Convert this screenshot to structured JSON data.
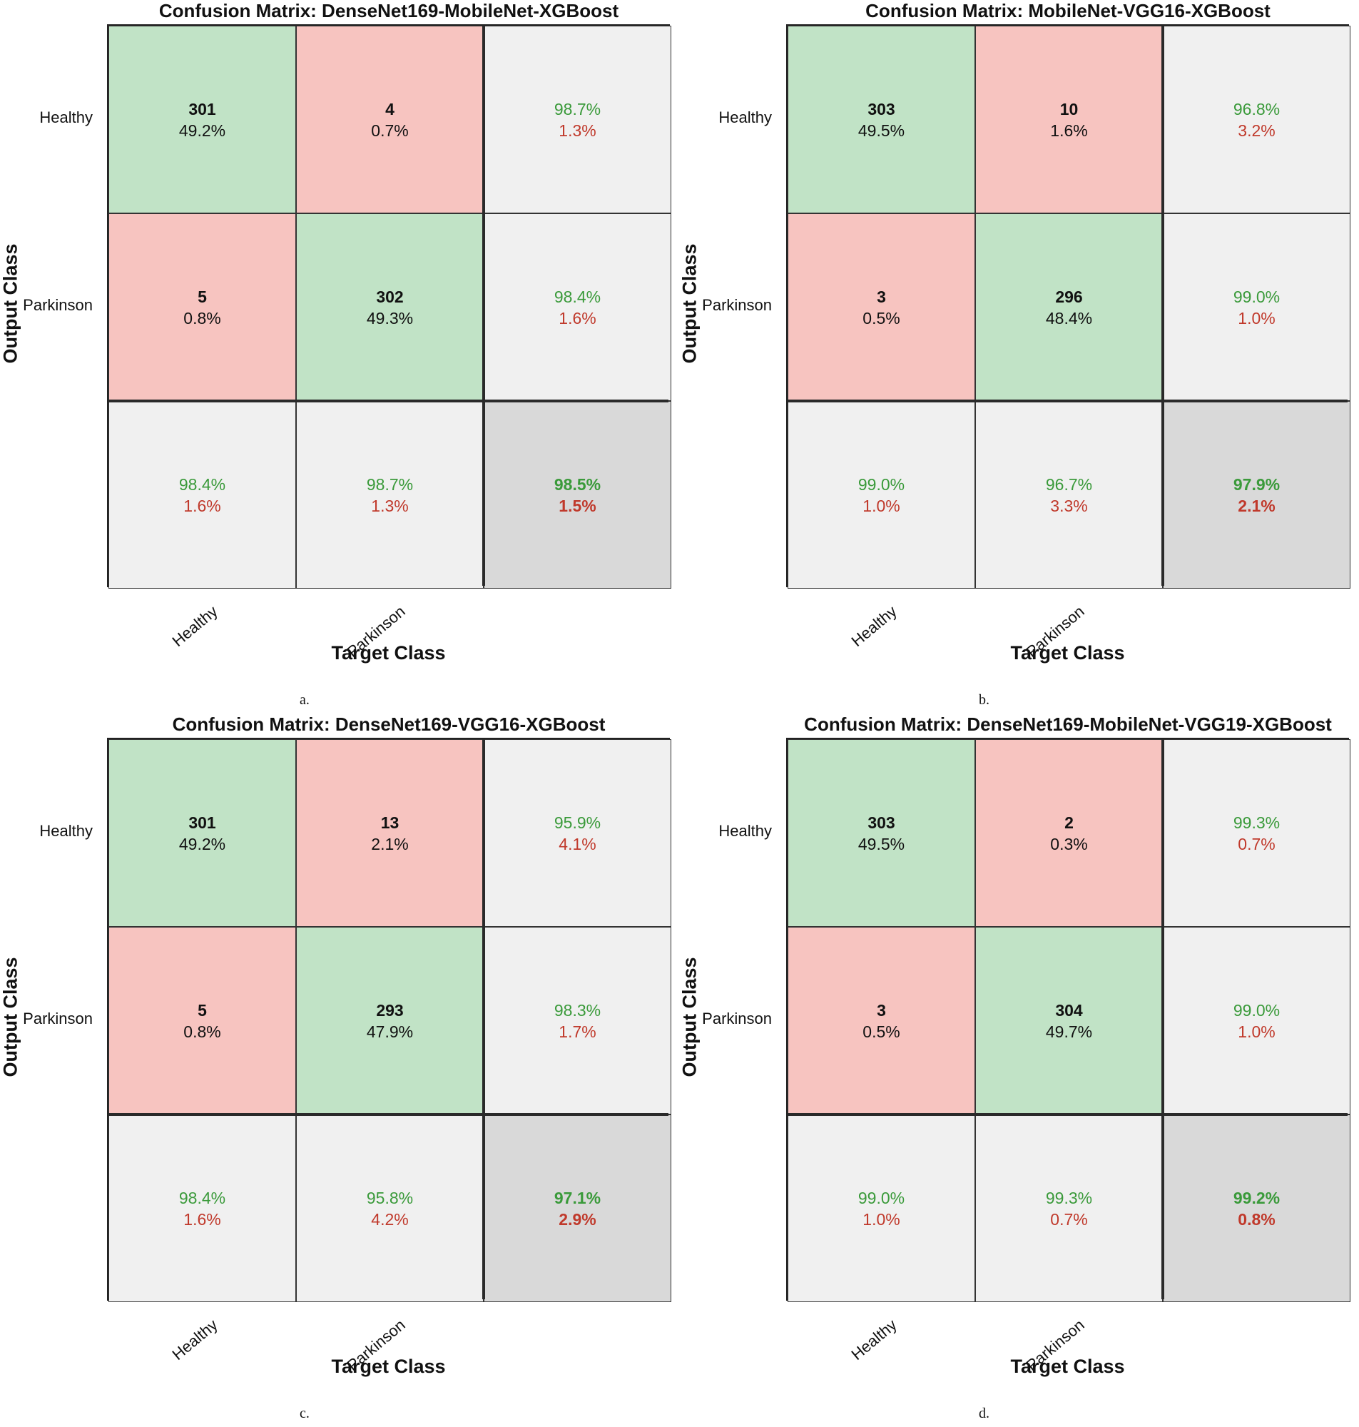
{
  "chart_data": [
    {
      "type": "heatmap",
      "title": "Confusion Matrix: DenseNet169-MobileNet-XGBoost",
      "xlabel": "Target Class",
      "ylabel": "Output Class",
      "classes": [
        "Healthy",
        "Parkinson"
      ],
      "matrix": [
        [
          {
            "count": "301",
            "pct": "49.2%"
          },
          {
            "count": "4",
            "pct": "0.7%"
          }
        ],
        [
          {
            "count": "5",
            "pct": "0.8%"
          },
          {
            "count": "302",
            "pct": "49.3%"
          }
        ]
      ],
      "row_summary": [
        {
          "good": "98.7%",
          "bad": "1.3%"
        },
        {
          "good": "98.4%",
          "bad": "1.6%"
        }
      ],
      "col_summary": [
        {
          "good": "98.4%",
          "bad": "1.6%"
        },
        {
          "good": "98.7%",
          "bad": "1.3%"
        }
      ],
      "overall": {
        "good": "98.5%",
        "bad": "1.5%"
      },
      "sublabel": "a."
    },
    {
      "type": "heatmap",
      "title": "Confusion Matrix: MobileNet-VGG16-XGBoost",
      "xlabel": "Target Class",
      "ylabel": "Output Class",
      "classes": [
        "Healthy",
        "Parkinson"
      ],
      "matrix": [
        [
          {
            "count": "303",
            "pct": "49.5%"
          },
          {
            "count": "10",
            "pct": "1.6%"
          }
        ],
        [
          {
            "count": "3",
            "pct": "0.5%"
          },
          {
            "count": "296",
            "pct": "48.4%"
          }
        ]
      ],
      "row_summary": [
        {
          "good": "96.8%",
          "bad": "3.2%"
        },
        {
          "good": "99.0%",
          "bad": "1.0%"
        }
      ],
      "col_summary": [
        {
          "good": "99.0%",
          "bad": "1.0%"
        },
        {
          "good": "96.7%",
          "bad": "3.3%"
        }
      ],
      "overall": {
        "good": "97.9%",
        "bad": "2.1%"
      },
      "sublabel": "b."
    },
    {
      "type": "heatmap",
      "title": "Confusion Matrix: DenseNet169-VGG16-XGBoost",
      "xlabel": "Target Class",
      "ylabel": "Output Class",
      "classes": [
        "Healthy",
        "Parkinson"
      ],
      "matrix": [
        [
          {
            "count": "301",
            "pct": "49.2%"
          },
          {
            "count": "13",
            "pct": "2.1%"
          }
        ],
        [
          {
            "count": "5",
            "pct": "0.8%"
          },
          {
            "count": "293",
            "pct": "47.9%"
          }
        ]
      ],
      "row_summary": [
        {
          "good": "95.9%",
          "bad": "4.1%"
        },
        {
          "good": "98.3%",
          "bad": "1.7%"
        }
      ],
      "col_summary": [
        {
          "good": "98.4%",
          "bad": "1.6%"
        },
        {
          "good": "95.8%",
          "bad": "4.2%"
        }
      ],
      "overall": {
        "good": "97.1%",
        "bad": "2.9%"
      },
      "sublabel": "c."
    },
    {
      "type": "heatmap",
      "title": "Confusion Matrix: DenseNet169-MobileNet-VGG19-XGBoost",
      "xlabel": "Target Class",
      "ylabel": "Output Class",
      "classes": [
        "Healthy",
        "Parkinson"
      ],
      "matrix": [
        [
          {
            "count": "303",
            "pct": "49.5%"
          },
          {
            "count": "2",
            "pct": "0.3%"
          }
        ],
        [
          {
            "count": "3",
            "pct": "0.5%"
          },
          {
            "count": "304",
            "pct": "49.7%"
          }
        ]
      ],
      "row_summary": [
        {
          "good": "99.3%",
          "bad": "0.7%"
        },
        {
          "good": "99.0%",
          "bad": "1.0%"
        }
      ],
      "col_summary": [
        {
          "good": "99.0%",
          "bad": "1.0%"
        },
        {
          "good": "99.3%",
          "bad": "0.7%"
        }
      ],
      "overall": {
        "good": "99.2%",
        "bad": "0.8%"
      },
      "sublabel": "d."
    }
  ],
  "colors": {
    "correct": "#c1e3c6",
    "incorrect": "#f7c4c0",
    "summary": "#f0f0f0",
    "overall": "#d9d9d9",
    "good_text": "#3a9a3a",
    "bad_text": "#c0392b"
  }
}
